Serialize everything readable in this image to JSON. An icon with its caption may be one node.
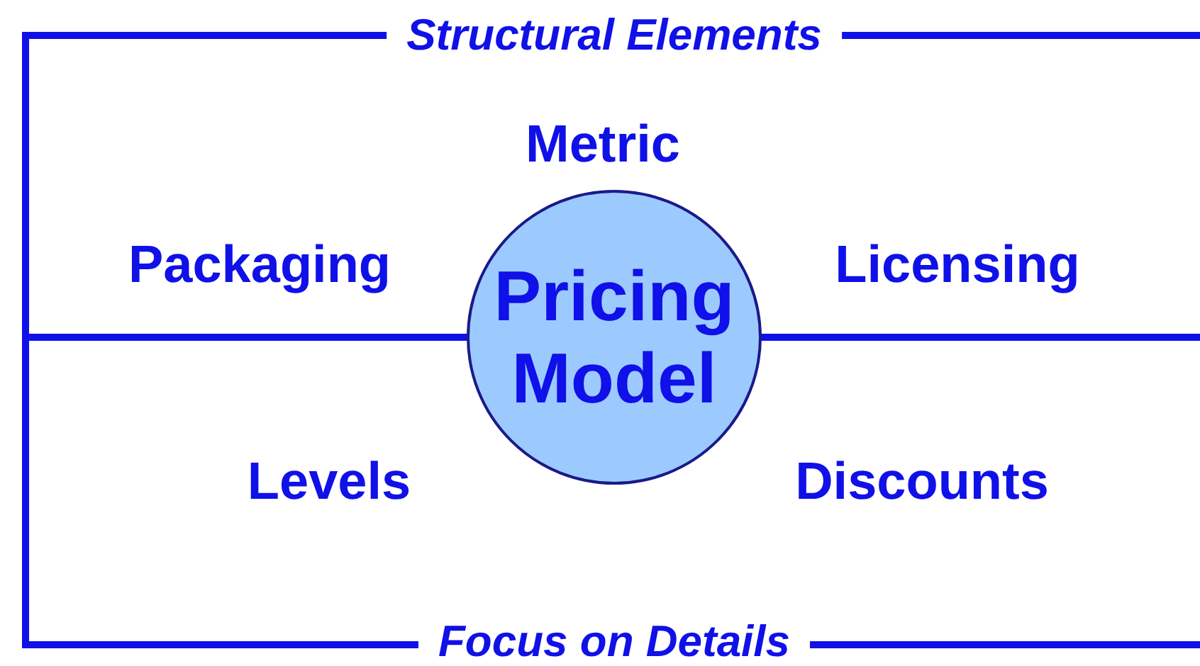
{
  "diagram": {
    "nodes": [
      {
        "text": [
          "Pricing Model"
        ]
      }
    ],
    "labels": [
      "Structural Elements",
      "Metric",
      "Packaging",
      "Licensing",
      "Levels",
      "Discounts",
      "Focus on Details"
    ]
  }
}
